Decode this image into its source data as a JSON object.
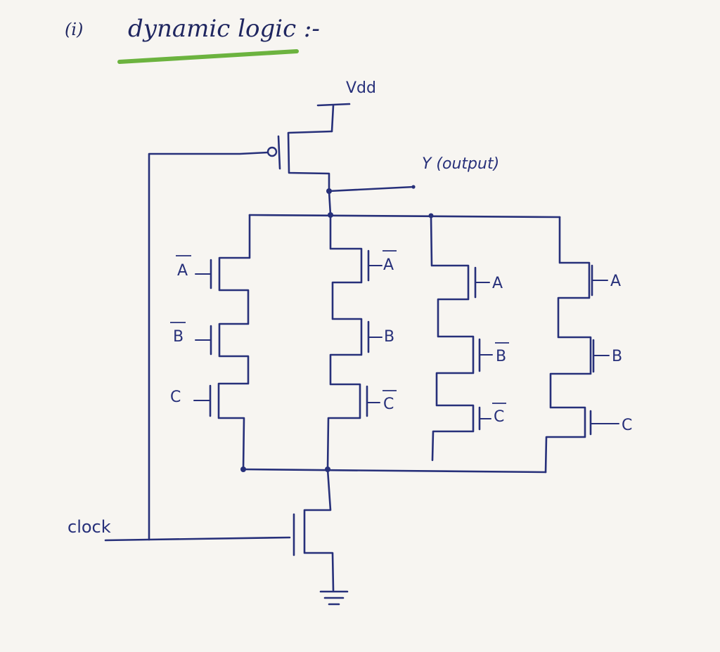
{
  "heading": {
    "number": "(i)",
    "title": "dynamic logic :-",
    "underline_color": "#6cb33f"
  },
  "ink_color": "#27307a",
  "paper_color": "#f7f5f1",
  "labels": {
    "vdd": "Vdd",
    "output": "Y (output)",
    "clock": "clock"
  },
  "branches": [
    {
      "inputs": [
        {
          "name": "A",
          "bar": true
        },
        {
          "name": "B",
          "bar": true
        },
        {
          "name": "C",
          "bar": false
        }
      ]
    },
    {
      "inputs": [
        {
          "name": "A",
          "bar": true
        },
        {
          "name": "B",
          "bar": false
        },
        {
          "name": "C",
          "bar": true
        }
      ]
    },
    {
      "inputs": [
        {
          "name": "A",
          "bar": false
        },
        {
          "name": "B",
          "bar": true
        },
        {
          "name": "C",
          "bar": true
        }
      ]
    },
    {
      "inputs": [
        {
          "name": "A",
          "bar": false
        },
        {
          "name": "B",
          "bar": false
        },
        {
          "name": "C",
          "bar": false
        }
      ]
    }
  ]
}
